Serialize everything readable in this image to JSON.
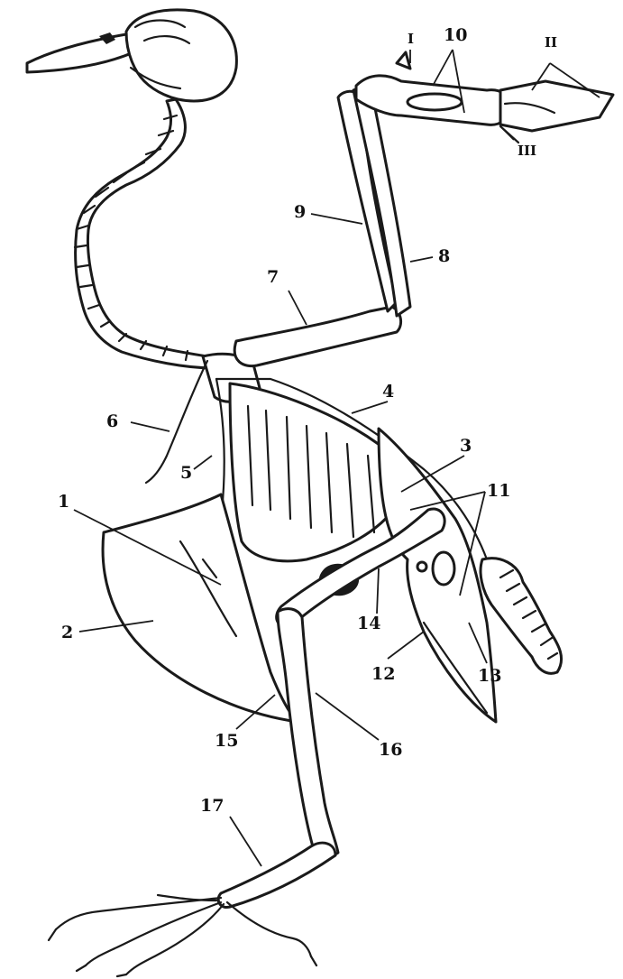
{
  "figure": {
    "labels": {
      "l1": "1",
      "l2": "2",
      "l3": "3",
      "l4": "4",
      "l5": "5",
      "l6": "6",
      "l7": "7",
      "l8": "8",
      "l9": "9",
      "l10": "10",
      "l11": "11",
      "l12": "12",
      "l13": "13",
      "l14": "14",
      "l15": "15",
      "l16": "16",
      "l17": "17",
      "rI": "I",
      "rII": "II",
      "rIII": "III"
    },
    "colors": {
      "ink": "#1a1a1a",
      "paper": "#ffffff"
    }
  }
}
